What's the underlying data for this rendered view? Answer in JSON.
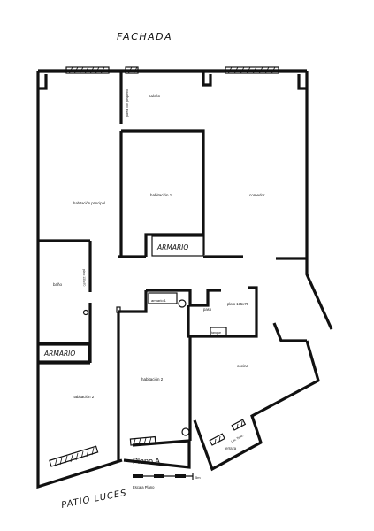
{
  "annotations": {
    "fachada": "FACHADA",
    "patio": "PATIO LUCES",
    "armario_top": "ARMARIO",
    "armario_left": "ARMARIO"
  },
  "rooms": {
    "balcon": "balcón",
    "pared": "pared con pequeño",
    "habitacion_principal": "habitación principal",
    "habitacion_1": "habitación 1",
    "comedor": "comedor",
    "bano": "baño",
    "armario_1": "armario 1",
    "paso": "paso",
    "habitacion_2": "habitación 2",
    "cocina": "cocina",
    "terraza": "terraza",
    "plato": "plato 135x70",
    "tanque": "tanque",
    "bano_dims": "plato 135x70",
    "terraza_note": "Lav. Tend."
  },
  "legend": {
    "title": "Plano A",
    "scale_label": "Escala Plano",
    "scale_end": "5m"
  }
}
